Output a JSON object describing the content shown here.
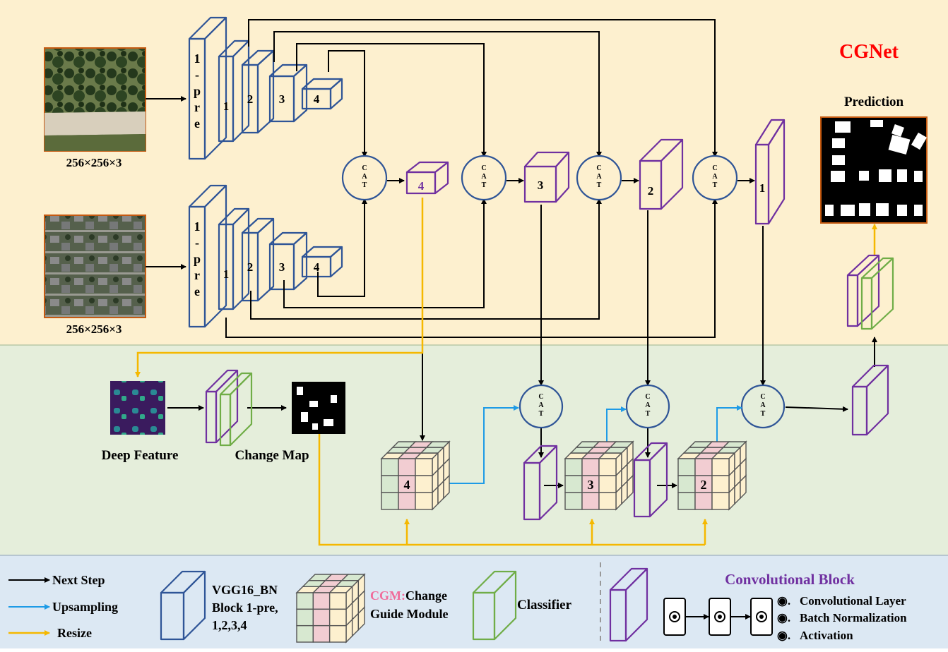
{
  "title": "CGNet",
  "prediction_label": "Prediction",
  "input_size_label_1": "256×256×3",
  "input_size_label_2": "256×256×3",
  "cat_letters": [
    "C",
    "A",
    "T"
  ],
  "encoder_block_labels": [
    "1-pre",
    "1",
    "2",
    "3",
    "4"
  ],
  "fused_block_labels": [
    "4",
    "3",
    "2",
    "1"
  ],
  "cgm_labels": [
    "4",
    "3",
    "2"
  ],
  "deep_feature_label": "Deep Feature",
  "change_map_label": "Change Map",
  "legend": {
    "next_step": "Next Step",
    "upsampling": "Upsampling",
    "resize": "Resize",
    "vgg_line1": "VGG16_BN",
    "vgg_line2": "Block 1-pre,",
    "vgg_line3": "1,2,3,4",
    "cgm_abbr": "CGM:",
    "cgm_line1": "Change",
    "cgm_line2": "Guide Module",
    "classifier": "Classifier",
    "conv_block_title": "Convolutional Block",
    "conv_layer": "Convolutional Layer",
    "batch_norm": "Batch Normalization",
    "activation": "Activation",
    "bullet": "◉."
  },
  "colors": {
    "top_bg": "#fdf0cf",
    "mid_bg": "#e5eedb",
    "legend_bg": "#dce8f3",
    "encoder_blue": "#2f5597",
    "conv_purple": "#7030a0",
    "classifier_green": "#70ad47",
    "upsample_cyan": "#1e9be6",
    "resize_yellow": "#f5b800",
    "title_red": "#ff0000",
    "cgm_pink": "#f06c9b"
  }
}
